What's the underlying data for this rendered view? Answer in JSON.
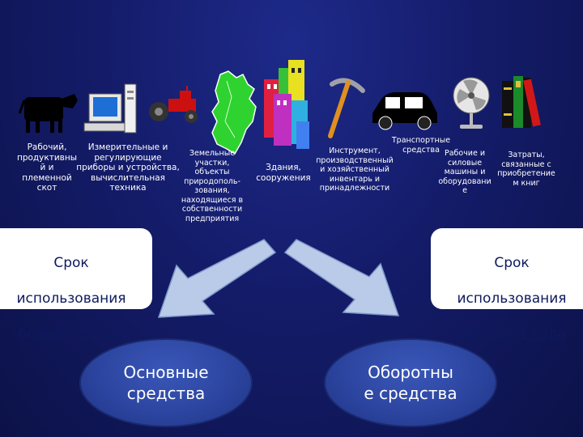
{
  "categories": [
    {
      "key": "livestock",
      "label": "Рабочий,\nпродуктивны\nй и\nплеменной\nскот"
    },
    {
      "key": "instruments",
      "label": "Измерительные и\nрегулирующие\nприборы и устройства,\nвычислительная\nтехника"
    },
    {
      "key": "land",
      "label": "Земельные\nучастки,\nобъекты\nприродополь-\nзования,\nнаходящиеся в\nсобственности\nпредприятия"
    },
    {
      "key": "buildings",
      "label": "Здания,\nсооружения"
    },
    {
      "key": "tools",
      "label": "Инструмент,\nпроизводственный\nи хозяйственный\nинвентарь и\nпринадлежности"
    },
    {
      "key": "transport",
      "label": "Транспортные\nсредства"
    },
    {
      "key": "machines",
      "label": "Рабочие и\nсиловые\nмашины и\nоборудовани\nе"
    },
    {
      "key": "books",
      "label": "Затраты,\nсвязанные с\nприобретение\nм книг"
    }
  ],
  "left_box": {
    "line1": "Срок",
    "line2": "использования",
    "line3_text": "больше ",
    "line3_underlined": "1 года"
  },
  "right_box": {
    "line1": "Срок",
    "line2": "использования",
    "line3_text": "меньше ",
    "line3_underlined": "1 года"
  },
  "left_ellipse": "Основные\nсредства",
  "right_ellipse": "Оборотны\nе средства",
  "colors": {
    "background": "#141c6a",
    "box_text": "#0d1a5e",
    "arrow_fill": "#b9cbe8",
    "ellipse_fill": "#2c45a0",
    "label_text": "#ffffff"
  },
  "icons": [
    "cow-icon",
    "computer-icon",
    "tractor-icon",
    "map-icon",
    "buildings-icon",
    "pickaxe-icon",
    "car-icon",
    "fan-icon",
    "books-icon"
  ]
}
